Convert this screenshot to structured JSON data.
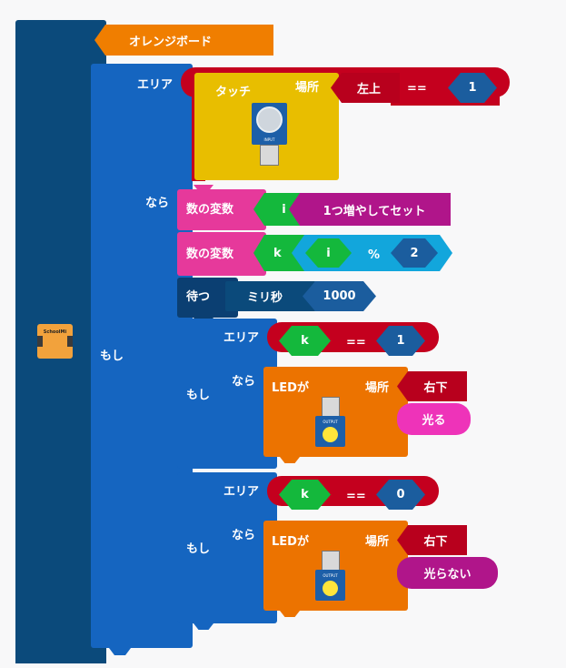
{
  "colors": {
    "outer": "#0b4a7b",
    "if_block": "#1565c0",
    "orange_board": "#f07e00",
    "condition": "#c4001e",
    "touch": "#e8be00",
    "var_pink": "#e6399b",
    "green": "#14b83c",
    "purple": "#b0158a",
    "cyan": "#12a6dc",
    "number": "#1b5d9e",
    "wait": "#0b3f72",
    "led": "#ec7300",
    "light_pink": "#ee33b9"
  },
  "icons": {
    "board": "schoolmi-board-icon",
    "touch": "touch-sensor-icon",
    "led": "led-output-icon"
  },
  "board": {
    "label": "オレンジボード",
    "chip_text": "SchoolMi"
  },
  "outer_if": {
    "moshi": "もし",
    "area": "エリア",
    "nara": "なら",
    "touch": {
      "label": "タッチ",
      "place_label": "場所",
      "place_value": "左上",
      "module_text": "INPUT"
    },
    "op": "==",
    "value": "1"
  },
  "var1": {
    "label": "数の変数",
    "var": "i",
    "action": "1つ増やしてセット"
  },
  "var2": {
    "label": "数の変数",
    "var": "k",
    "operand": "i",
    "op": "%",
    "value": "2"
  },
  "wait": {
    "label": "待つ",
    "unit": "ミリ秒",
    "value": "1000"
  },
  "if1": {
    "moshi": "もし",
    "area": "エリア",
    "nara": "なら",
    "var": "k",
    "op": "==",
    "value": "1",
    "led": {
      "label": "LEDが",
      "place_label": "場所",
      "place_value": "右下",
      "action": "光る",
      "module_text": "OUTPUT"
    }
  },
  "if2": {
    "moshi": "もし",
    "area": "エリア",
    "nara": "なら",
    "var": "k",
    "op": "==",
    "value": "0",
    "led": {
      "label": "LEDが",
      "place_label": "場所",
      "place_value": "右下",
      "action": "光らない",
      "module_text": "OUTPUT"
    }
  }
}
